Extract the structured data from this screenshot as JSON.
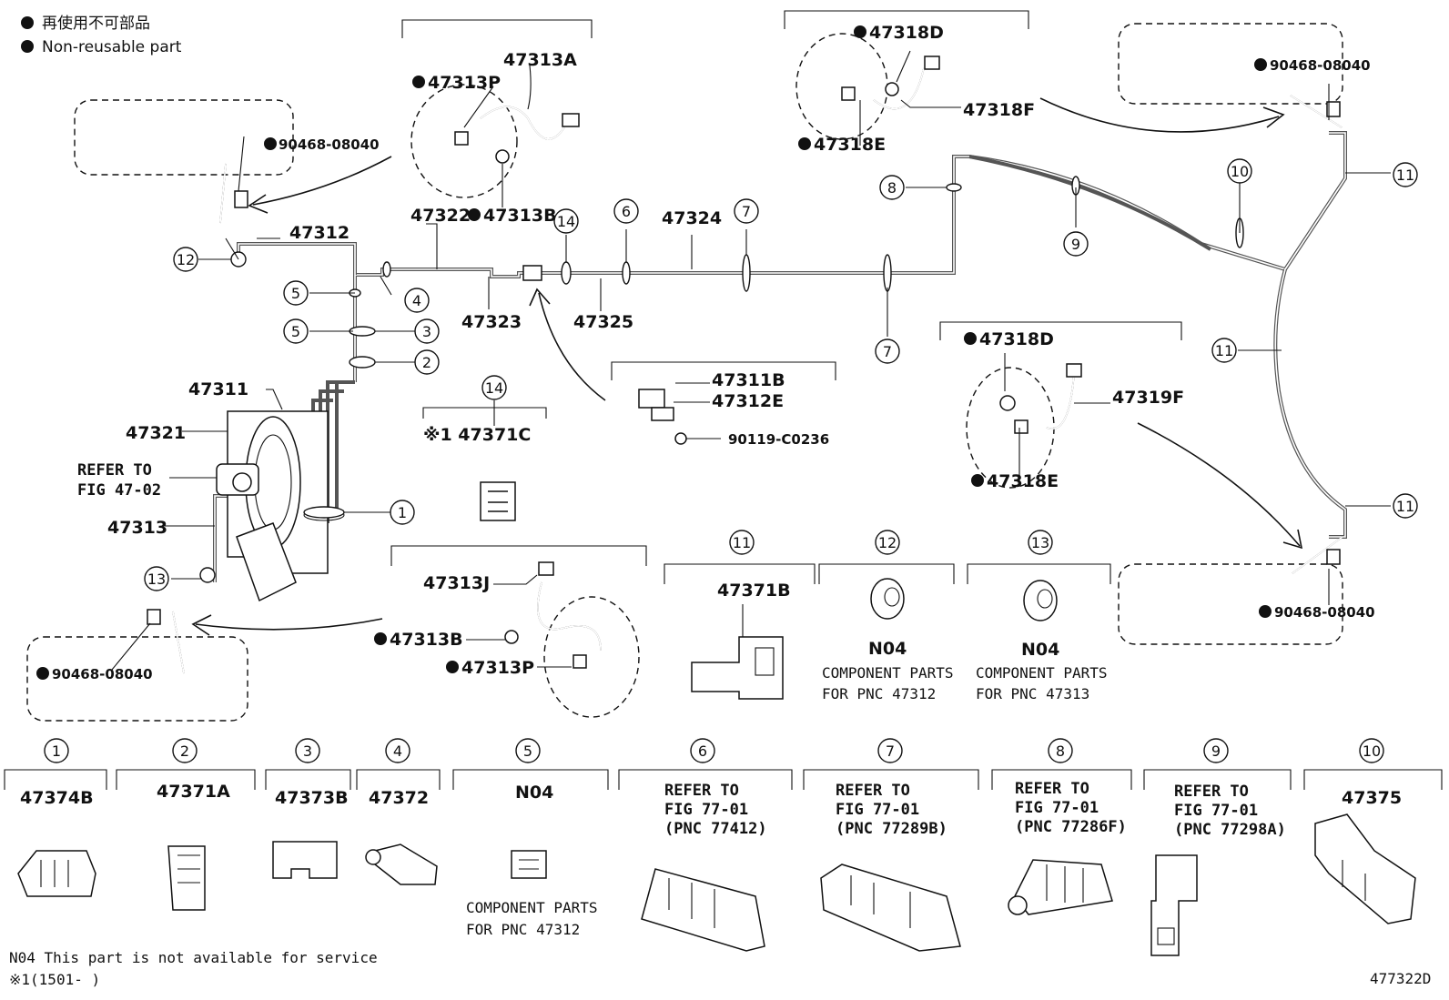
{
  "legend": {
    "line1": "再使用不可部品",
    "line2": "Non-reusable part"
  },
  "labels": {
    "p47313A": "47313A",
    "p47313P_top": "47313P",
    "p47313B_top": "47313B",
    "p47322": "47322",
    "p47312": "47312",
    "p90468_tl": "90468-08040",
    "p47318D_top": "47318D",
    "p47318E_top": "47318E",
    "p47318F": "47318F",
    "p90468_tr": "90468-08040",
    "p47324": "47324",
    "p47323": "47323",
    "p47325": "47325",
    "p47311": "47311",
    "p47321": "47321",
    "refer1": "REFER TO",
    "refer2": "FIG 47-02",
    "p47313": "47313",
    "p47371C": "※1 47371C",
    "p47311B": "47311B",
    "p47312E": "47312E",
    "p90119": "90119-C0236",
    "p47318D_r": "47318D",
    "p47319F": "47319F",
    "p47318E_r": "47318E",
    "p90468_br": "90468-08040",
    "p47313J": "47313J",
    "p47313B_bot": "47313B",
    "p47313P_bot": "47313P",
    "p90468_bl": "90468-08040"
  },
  "callouts": {
    "c1": "1",
    "c2": "2",
    "c3": "3",
    "c4": "4",
    "c5a": "5",
    "c5b": "5",
    "c6": "6",
    "c7a": "7",
    "c7b": "7",
    "c8": "8",
    "c9": "9",
    "c10": "10",
    "c11a": "11",
    "c11b": "11",
    "c11c": "11",
    "c12": "12",
    "c13": "13",
    "c14": "14"
  },
  "mid_panels": {
    "p11": {
      "num": "11",
      "part": "47371B"
    },
    "p12": {
      "num": "12",
      "part": "N04",
      "desc1": "COMPONENT PARTS",
      "desc2": "FOR PNC 47312"
    },
    "p13": {
      "num": "13",
      "part": "N04",
      "desc1": "COMPONENT PARTS",
      "desc2": "FOR PNC 47313"
    },
    "p14": {
      "num": "14"
    }
  },
  "bottom_panels": [
    {
      "num": "1",
      "part": "47374B"
    },
    {
      "num": "2",
      "part": "47371A"
    },
    {
      "num": "3",
      "part": "47373B"
    },
    {
      "num": "4",
      "part": "47372"
    },
    {
      "num": "5",
      "part": "N04",
      "desc1": "COMPONENT PARTS",
      "desc2": "FOR PNC 47312"
    },
    {
      "num": "6",
      "ref1": "REFER TO",
      "ref2": "FIG 77-01",
      "ref3": "(PNC 77412)"
    },
    {
      "num": "7",
      "ref1": "REFER TO",
      "ref2": "FIG 77-01",
      "ref3": "(PNC 77289B)"
    },
    {
      "num": "8",
      "ref1": "REFER TO",
      "ref2": "FIG 77-01",
      "ref3": "(PNC 77286F)"
    },
    {
      "num": "9",
      "ref1": "REFER TO",
      "ref2": "FIG 77-01",
      "ref3": "(PNC 77298A)"
    },
    {
      "num": "10",
      "part": "47375"
    }
  ],
  "footer": {
    "note": "N04 This part is not available for service",
    "note2": "※1(1501-    )",
    "fig_id": "477322D"
  }
}
